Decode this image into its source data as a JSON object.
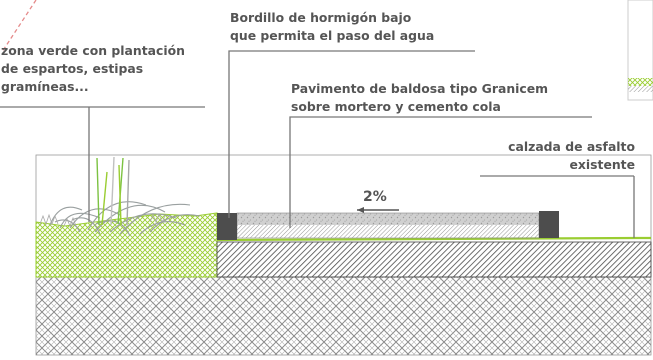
{
  "labels": {
    "zona_verde": [
      "zona verde con plantación",
      "de espartos, estipas",
      "gramíneas..."
    ],
    "bordillo": [
      "Bordillo de hormigón bajo",
      "que permita el paso del agua"
    ],
    "pavimento": [
      "Pavimento de baldosa tipo Granicem",
      "sobre mortero y cemento cola"
    ],
    "calzada": [
      "calzada de asfalto",
      "existente"
    ],
    "slope": "2%"
  },
  "colors": {
    "text": "#555555",
    "green": "#9acd32",
    "leader": "#777777",
    "subgrade_hatch": "#8a8a8a",
    "base_layer": "#707070",
    "curb": "#4d4d4d",
    "dashed_guide": "#e58a8a"
  }
}
